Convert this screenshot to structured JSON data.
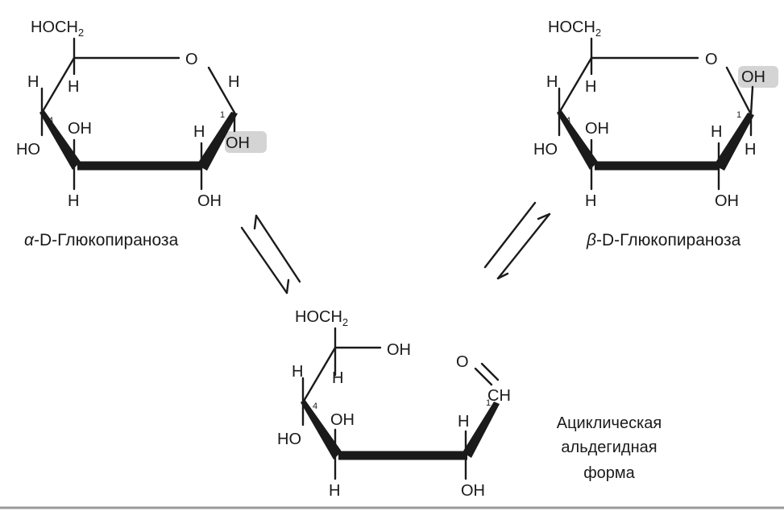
{
  "atoms": {
    "hoch2": "HOCH",
    "sub2": "2",
    "o": "O",
    "h": "H",
    "oh": "OH",
    "ho": "HO",
    "ch": "CH",
    "c1": "1",
    "c4": "4"
  },
  "labels": {
    "alpha_symbol": "α",
    "alpha_rest": "-D-Глюкопираноза",
    "beta_symbol": "β",
    "beta_rest": "-D-Глюкопираноза",
    "acyclic_line1": "Ациклическая",
    "acyclic_line2": "альдегидная",
    "acyclic_line3": "форма"
  },
  "colors": {
    "ink": "#1a1a1a",
    "highlight": "#d4d4d4"
  }
}
